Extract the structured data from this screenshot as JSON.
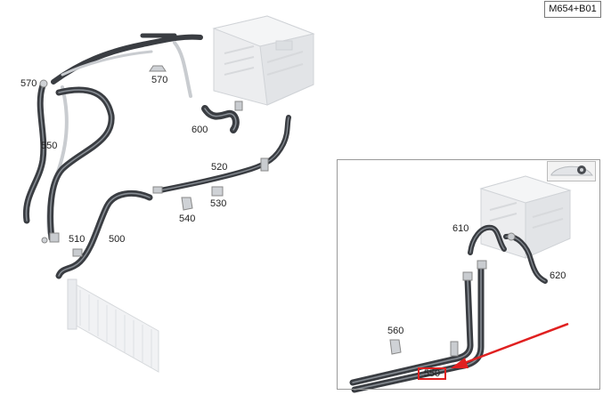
{
  "diagram_code": "M654+B01",
  "main_labels": {
    "l570a": "570",
    "l570b": "570",
    "l600": "600",
    "l550": "550",
    "l520": "520",
    "l540": "540",
    "l530": "530",
    "l510": "510",
    "l500": "500"
  },
  "inset_labels": {
    "l610": "610",
    "l620": "620",
    "l560": "560",
    "l550": "550"
  },
  "colors": {
    "hose": "#3a3d42",
    "hose_highlight": "#8a9097",
    "pipe_light": "#c9ccd0",
    "ghost": "#e7e9ec",
    "ghost_line": "#d4d7db",
    "arrow": "#e02020"
  }
}
